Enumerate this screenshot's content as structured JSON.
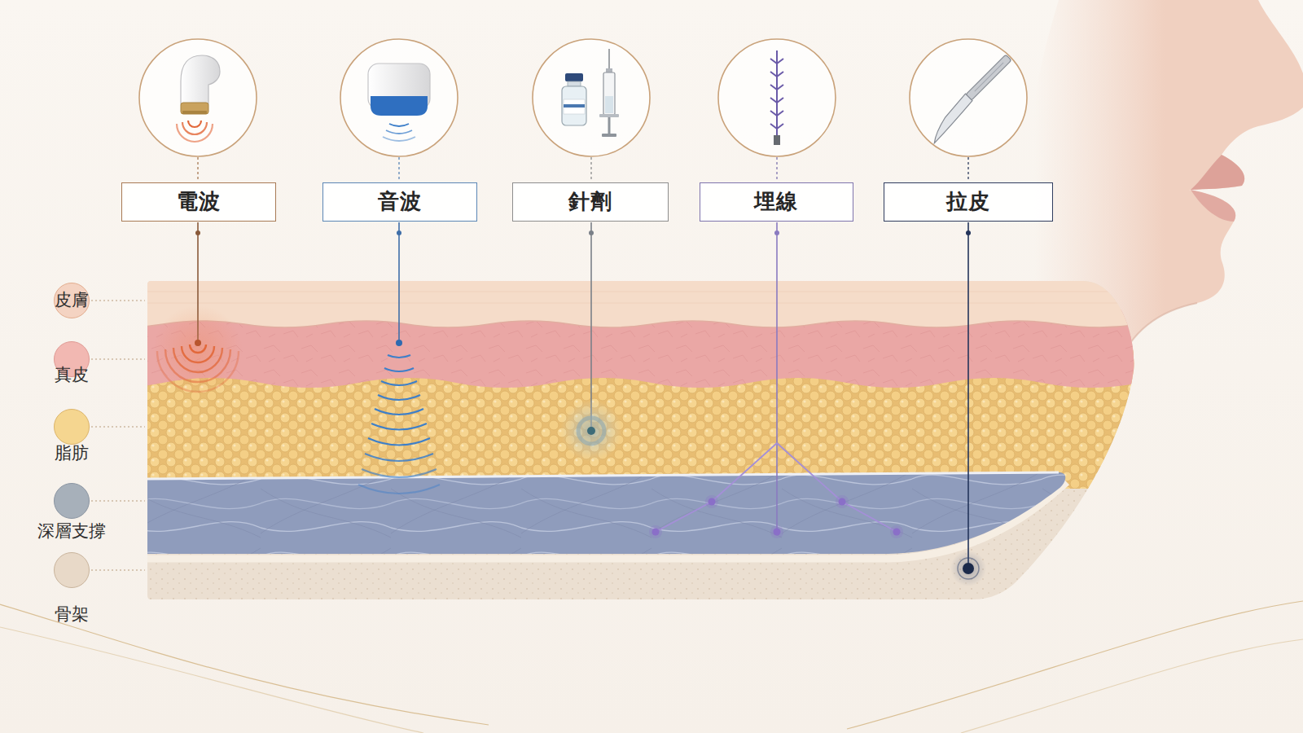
{
  "diagram": {
    "nodes": [
      {
        "text": [
          "電波"
        ]
      },
      {
        "text": [
          "音波"
        ]
      },
      {
        "text": [
          "針劑"
        ]
      },
      {
        "text": [
          "埋線"
        ]
      },
      {
        "text": [
          "拉皮"
        ]
      }
    ],
    "legend": [
      {
        "text": "皮膚",
        "color": "#f4d3c2"
      },
      {
        "text": "真皮",
        "color": "#f2b8b2"
      },
      {
        "text": "脂肪",
        "color": "#f5d690"
      },
      {
        "text": "深層支撐",
        "color": "#a7b0ba"
      },
      {
        "text": "骨架",
        "color": "#e8d9c8"
      }
    ]
  }
}
